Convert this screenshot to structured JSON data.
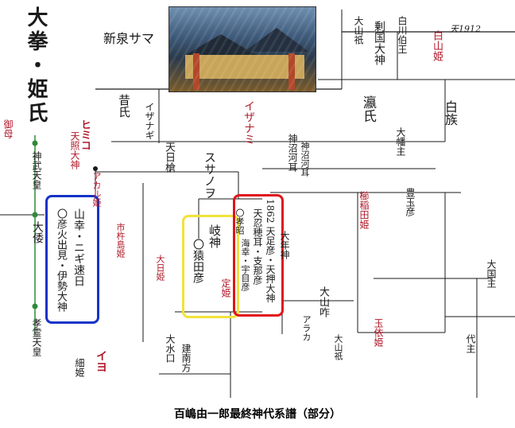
{
  "title_vertical": "大拳・姫氏",
  "photo_label": "新泉サマ",
  "caption": "百嶋由一郎最終神代系譜（部分）",
  "blue_box_text": [
    "山幸・ニギ速日",
    "〇彦火出見・伊勢大神"
  ],
  "yellow_box_text": [
    "岐神",
    "〇猿田彦",
    "定姫"
  ],
  "red_box_text": [
    "1862 天足彦・天押大神",
    "天忍穂耳・支那彦",
    "海幸・宇目彦",
    "〇孝昭"
  ],
  "labels": [
    {
      "text": "御母",
      "color": "red"
    },
    {
      "text": "神武天皇",
      "color": "black"
    },
    {
      "text": "天照大神",
      "color": "red"
    },
    {
      "text": "ヒミコ",
      "color": "red"
    },
    {
      "text": "昔氏",
      "color": "black"
    },
    {
      "text": "イザナギ",
      "color": "black"
    },
    {
      "text": "イザナミ",
      "color": "red"
    },
    {
      "text": "スサノヲ",
      "color": "black"
    },
    {
      "text": "天日槍",
      "color": "black"
    },
    {
      "text": "神沼河耳",
      "color": "black"
    },
    {
      "text": "剰国大神",
      "color": "black"
    },
    {
      "text": "大山祇",
      "color": "black"
    },
    {
      "text": "白川伯王",
      "color": "black"
    },
    {
      "text": "白山姫",
      "color": "red"
    },
    {
      "text": "天1912",
      "color": "black"
    },
    {
      "text": "瀛氏",
      "color": "black"
    },
    {
      "text": "白族",
      "color": "black"
    },
    {
      "text": "大幡主",
      "color": "black"
    },
    {
      "text": "櫛稲田姫",
      "color": "red"
    },
    {
      "text": "豊玉彦",
      "color": "black"
    },
    {
      "text": "大国主",
      "color": "black"
    },
    {
      "text": "大山咋",
      "color": "black"
    },
    {
      "text": "大年神",
      "color": "black"
    },
    {
      "text": "孝霊天皇",
      "color": "black"
    },
    {
      "text": "大倭",
      "color": "black"
    },
    {
      "text": "イヨ",
      "color": "red"
    },
    {
      "text": "細姫",
      "color": "black"
    },
    {
      "text": "建南方",
      "color": "black"
    },
    {
      "text": "大水口",
      "color": "black"
    },
    {
      "text": "神沼河耳",
      "color": "black"
    },
    {
      "text": "アカル姫",
      "color": "red"
    },
    {
      "text": "市杵島姫",
      "color": "red"
    },
    {
      "text": "大日姫",
      "color": "red"
    },
    {
      "text": "玉依姫",
      "color": "red"
    },
    {
      "text": "代主",
      "color": "black"
    },
    {
      "text": "アラカ",
      "color": "black"
    },
    {
      "text": "大山祇",
      "color": "black"
    }
  ],
  "colors": {
    "blue_box": "#1434c8",
    "yellow_box": "#f2e23a",
    "red_box": "#e0141a",
    "line": "#1a1a1a"
  }
}
